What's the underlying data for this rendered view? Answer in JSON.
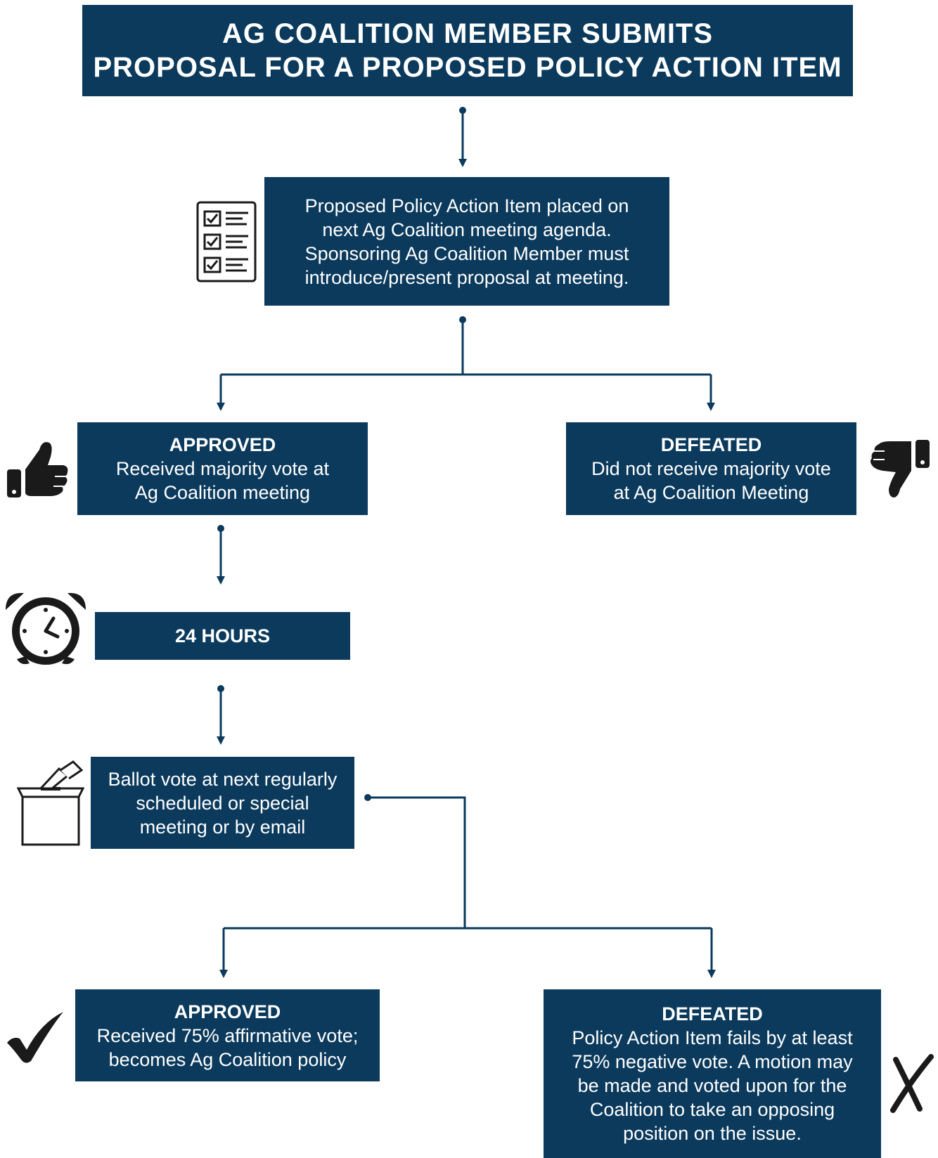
{
  "header": {
    "line1": "AG COALITION MEMBER SUBMITS",
    "line2": "PROPOSAL FOR A PROPOSED POLICY ACTION ITEM"
  },
  "agenda": {
    "lines": [
      "Proposed Policy Action Item placed on",
      "next Ag Coalition meeting agenda.",
      "Sponsoring Ag Coalition Member must",
      "introduce/present proposal at meeting."
    ]
  },
  "first_vote": {
    "approved": {
      "heading": "APPROVED",
      "lines": [
        "Received majority vote at",
        "Ag Coalition meeting"
      ]
    },
    "defeated": {
      "heading": "DEFEATED",
      "lines": [
        "Did not receive majority vote",
        "at Ag Coalition Meeting"
      ]
    }
  },
  "wait": {
    "label": "24 HOURS"
  },
  "ballot": {
    "lines": [
      "Ballot vote at next regularly",
      "scheduled or special",
      "meeting or by email"
    ]
  },
  "final_vote": {
    "approved": {
      "heading": "APPROVED",
      "lines": [
        "Received 75% affirmative vote;",
        "becomes Ag Coalition policy"
      ]
    },
    "defeated": {
      "heading": "DEFEATED",
      "lines": [
        "Policy Action Item fails by at least",
        "75% negative vote. A motion may",
        "be made and voted upon for the",
        "Coalition to take an opposing",
        "position on the issue."
      ]
    }
  },
  "icons": [
    "checklist-icon",
    "thumbs-up-icon",
    "thumbs-down-icon",
    "alarm-clock-icon",
    "ballot-box-icon",
    "checkmark-icon",
    "x-mark-icon"
  ],
  "colors": {
    "box": "#0b3a5c",
    "connector": "#0b3a5c",
    "icon": "#1a1a1a",
    "text": "#ffffff"
  }
}
